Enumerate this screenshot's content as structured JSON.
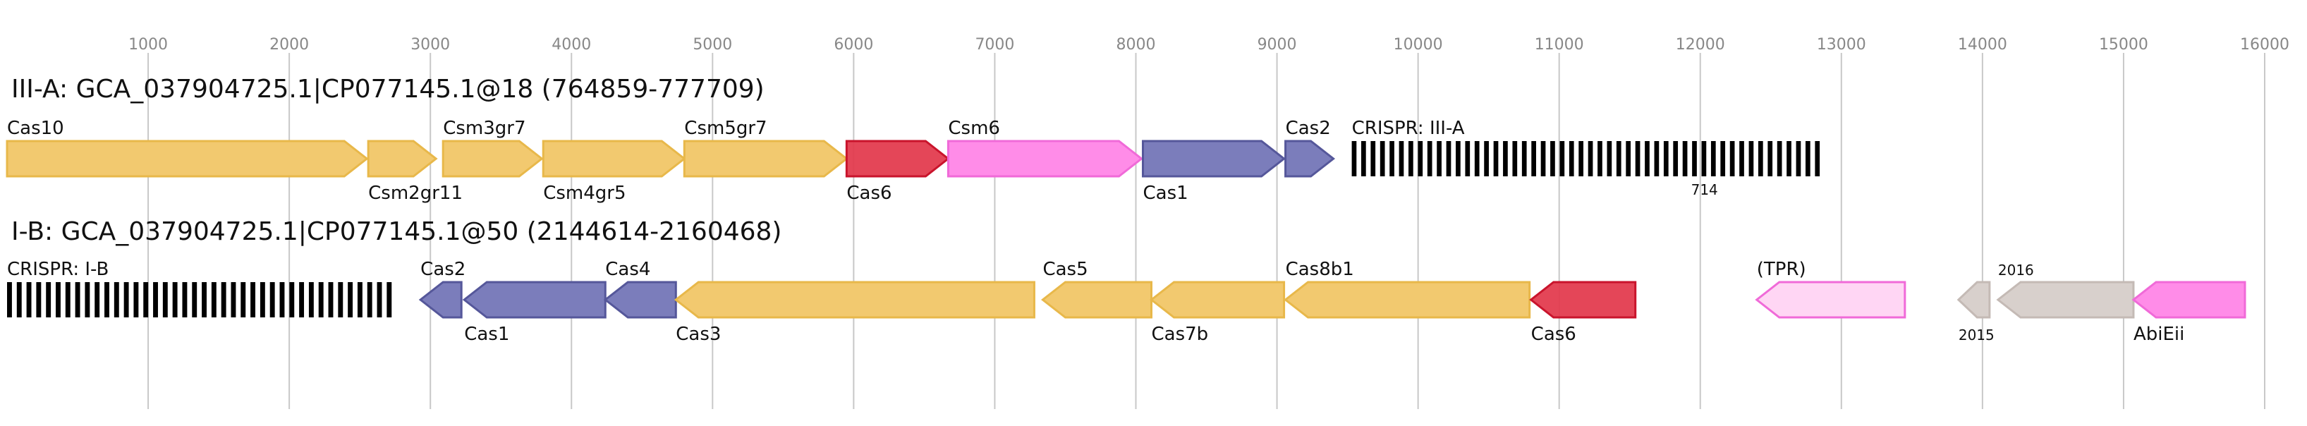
{
  "axis": {
    "domain": [
      0,
      16000
    ],
    "tick_labels": [
      "1000",
      "2000",
      "3000",
      "4000",
      "5000",
      "6000",
      "7000",
      "8000",
      "9000",
      "10000",
      "11000",
      "12000",
      "13000",
      "14000",
      "15000",
      "16000"
    ],
    "tick_values": [
      1000,
      2000,
      3000,
      4000,
      5000,
      6000,
      7000,
      8000,
      9000,
      10000,
      11000,
      12000,
      13000,
      14000,
      15000,
      16000
    ]
  },
  "colors": {
    "yellow": "#f2c96f",
    "yellow_stroke": "#e8b84a",
    "red": "#e33c4f",
    "red_stroke": "#c9142c",
    "pink": "#ff8ce8",
    "pink_stroke": "#f06ad8",
    "blue": "#7b7dbb",
    "blue_stroke": "#55579a",
    "lightpink": "#ffd6f4",
    "lightpink_stroke": "#f06ad8",
    "grey": "#d8d0cc",
    "grey_stroke": "#c4bab5",
    "gridline": "#c8c8c8",
    "tick_text": "#888888",
    "repeat": "#000000"
  },
  "loci": [
    {
      "title": "III-A: GCA_037904725.1|CP077145.1@18 (764859-777709)",
      "genes": [
        {
          "start": 0,
          "end": 2550,
          "strand": "+",
          "color": "yellow",
          "label": "Cas10",
          "label_pos": "above"
        },
        {
          "start": 2560,
          "end": 3040,
          "strand": "+",
          "color": "yellow",
          "label": "Csm2gr11",
          "label_pos": "below"
        },
        {
          "start": 3090,
          "end": 3790,
          "strand": "+",
          "color": "yellow",
          "label": "Csm3gr7",
          "label_pos": "above"
        },
        {
          "start": 3800,
          "end": 4800,
          "strand": "+",
          "color": "yellow",
          "label": "Csm4gr5",
          "label_pos": "below"
        },
        {
          "start": 4800,
          "end": 5950,
          "strand": "+",
          "color": "yellow",
          "label": "Csm5gr7",
          "label_pos": "above"
        },
        {
          "start": 5950,
          "end": 6670,
          "strand": "+",
          "color": "red",
          "label": "Cas6",
          "label_pos": "below"
        },
        {
          "start": 6670,
          "end": 8040,
          "strand": "+",
          "color": "pink",
          "label": "Csm6",
          "label_pos": "above"
        },
        {
          "start": 8050,
          "end": 9050,
          "strand": "+",
          "color": "blue",
          "label": "Cas1",
          "label_pos": "below"
        },
        {
          "start": 9060,
          "end": 9400,
          "strand": "+",
          "color": "blue",
          "label": "Cas2",
          "label_pos": "above"
        }
      ],
      "crispr": {
        "start": 9530,
        "end": 12880,
        "label": "CRISPR: III-A",
        "count_label": "714",
        "repeats": 50
      }
    },
    {
      "title": "I-B: GCA_037904725.1|CP077145.1@50 (2144614-2160468)",
      "genes": [
        {
          "start": 2930,
          "end": 3220,
          "strand": "-",
          "color": "blue",
          "label": "Cas2",
          "label_pos": "above"
        },
        {
          "start": 3240,
          "end": 4240,
          "strand": "-",
          "color": "blue",
          "label": "Cas1",
          "label_pos": "below"
        },
        {
          "start": 4240,
          "end": 4740,
          "strand": "-",
          "color": "blue",
          "label": "Cas4",
          "label_pos": "above"
        },
        {
          "start": 4740,
          "end": 7280,
          "strand": "-",
          "color": "yellow",
          "label": "Cas3",
          "label_pos": "below"
        },
        {
          "start": 7340,
          "end": 8110,
          "strand": "-",
          "color": "yellow",
          "label": "Cas5",
          "label_pos": "above"
        },
        {
          "start": 8110,
          "end": 9050,
          "strand": "-",
          "color": "yellow",
          "label": "Cas7b",
          "label_pos": "below"
        },
        {
          "start": 9060,
          "end": 10790,
          "strand": "-",
          "color": "yellow",
          "label": "Cas8b1",
          "label_pos": "above"
        },
        {
          "start": 10800,
          "end": 11540,
          "strand": "-",
          "color": "red",
          "label": "Cas6",
          "label_pos": "below"
        },
        {
          "start": 12400,
          "end": 13450,
          "strand": "-",
          "color": "lightpink",
          "label": "(TPR)",
          "label_pos": "above"
        },
        {
          "start": 13830,
          "end": 14050,
          "strand": "-",
          "color": "grey",
          "label": "2015",
          "label_pos": "below",
          "small": true
        },
        {
          "start": 14110,
          "end": 15070,
          "strand": "-",
          "color": "grey",
          "label": "2016",
          "label_pos": "above",
          "small": true
        },
        {
          "start": 15070,
          "end": 15860,
          "strand": "-",
          "color": "pink",
          "label": "AbiEii",
          "label_pos": "below"
        }
      ],
      "crispr": {
        "start": 0,
        "end": 2760,
        "label": "CRISPR: I-B",
        "count_label": "",
        "repeats": 40
      }
    }
  ]
}
